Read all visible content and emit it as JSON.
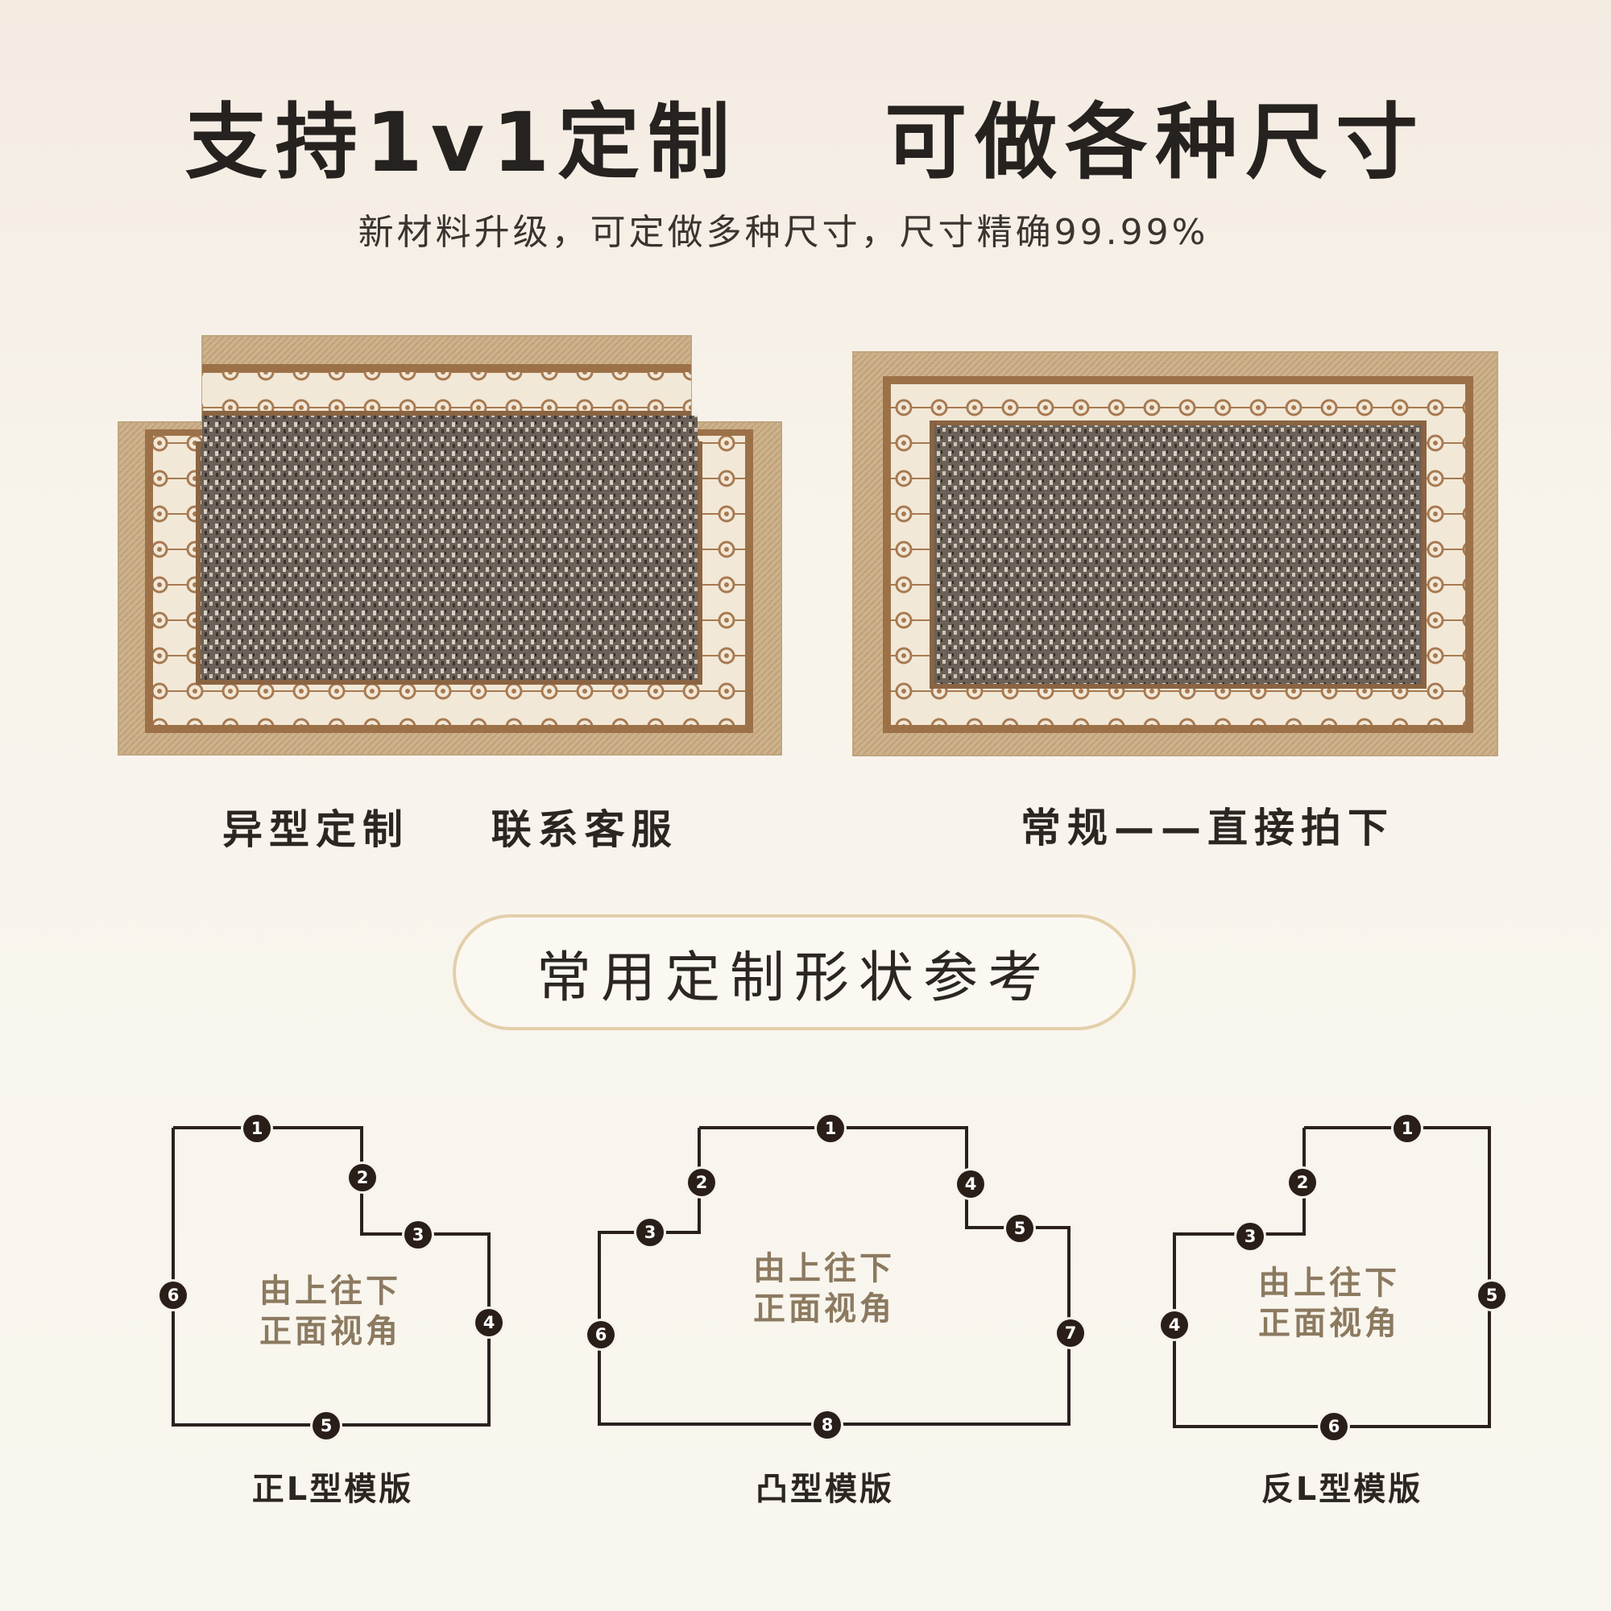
{
  "header": {
    "title": "支持1v1定制    可做各种尺寸",
    "subtitle": "新材料升级，可定做多种尺寸，尺寸精确99.99%"
  },
  "rugs": {
    "custom_caption": "异型定制    联系客服",
    "regular_caption": "常规——直接拍下"
  },
  "reference": {
    "pill_label": "常用定制形状参考",
    "view_line1": "由上往下",
    "view_line2": "正面视角",
    "shapes": [
      {
        "label": "正L型模版",
        "markers": [
          "1",
          "2",
          "3",
          "4",
          "5",
          "6"
        ]
      },
      {
        "label": "凸型模版",
        "markers": [
          "1",
          "2",
          "3",
          "4",
          "5",
          "6",
          "7",
          "8"
        ]
      },
      {
        "label": "反L型模版",
        "markers": [
          "1",
          "2",
          "3",
          "4",
          "5",
          "6"
        ]
      }
    ]
  },
  "colors": {
    "outer_frame": "#c9ad86",
    "border_band": "#f1e6d4",
    "border_trim": "#9c7148",
    "field_dark": "#5a5148",
    "outline": "#2b211c",
    "marker_fill": "#2a1e19"
  }
}
